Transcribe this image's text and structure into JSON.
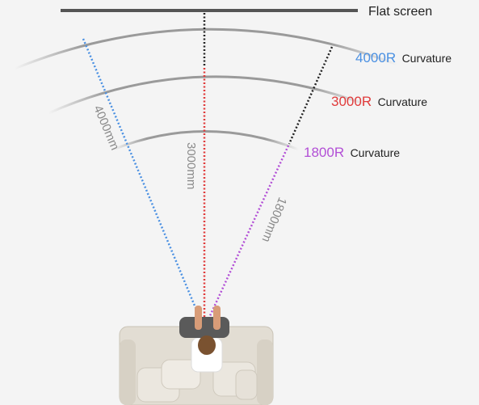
{
  "flat_screen_label": "Flat screen",
  "curvatures": [
    {
      "radius_label": "4000R",
      "suffix": "Curvature",
      "distance_label": "4000mm",
      "color": "#4a90e2"
    },
    {
      "radius_label": "3000R",
      "suffix": "Curvature",
      "distance_label": "3000mm",
      "color": "#e03a3a"
    },
    {
      "radius_label": "1800R",
      "suffix": "Curvature",
      "distance_label": "1800mm",
      "color": "#b24fd6"
    }
  ],
  "colors": {
    "background": "#f4f4f4",
    "flat_screen": "#555555",
    "arcs": "#9a9a9a",
    "distance_text": "#8a8a8a",
    "center_line_top": "#222222",
    "sofa": "#e2ddd3"
  }
}
